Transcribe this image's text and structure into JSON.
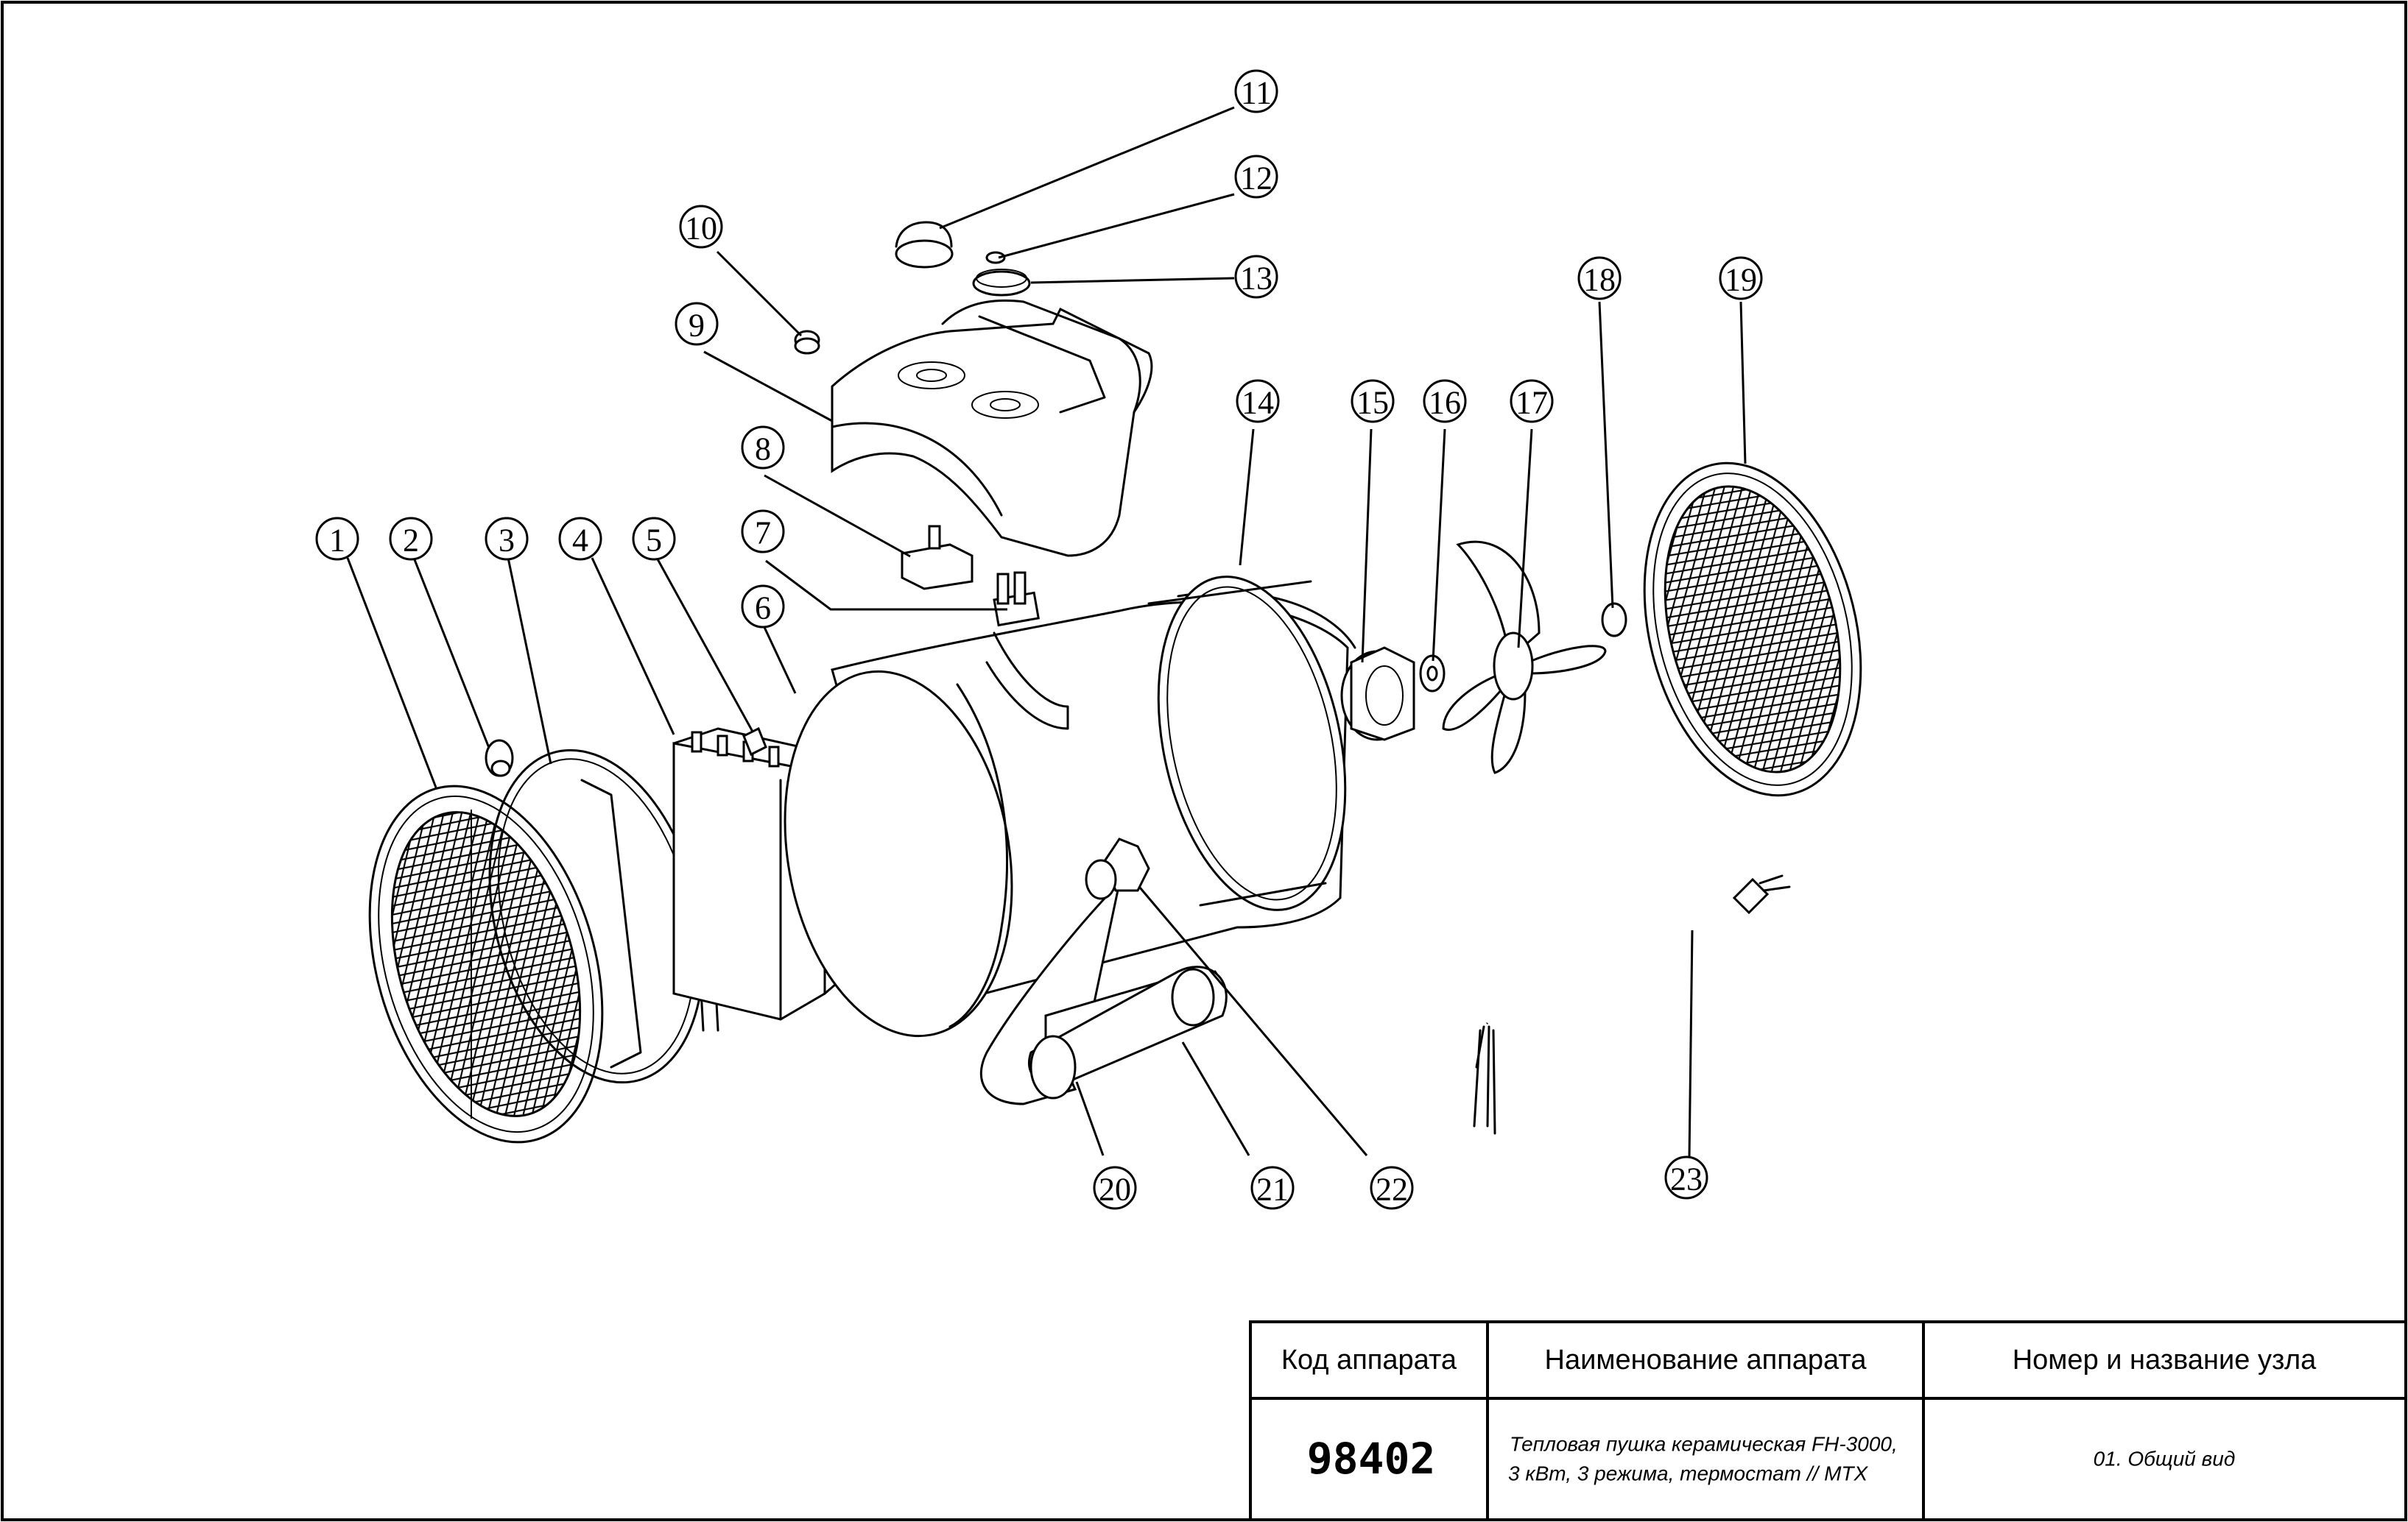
{
  "callouts": [
    "1",
    "2",
    "3",
    "4",
    "5",
    "6",
    "7",
    "8",
    "9",
    "10",
    "11",
    "12",
    "13",
    "14",
    "15",
    "16",
    "17",
    "18",
    "19",
    "20",
    "21",
    "22",
    "23"
  ],
  "title_block": {
    "header_code": "Код аппарата",
    "header_name": "Наименование аппарата",
    "header_node": "Номер и название узла",
    "code": "98402",
    "name_line1": "Тепловая пушка керамическая FH-3000,",
    "name_line2": "3 кВт, 3 режима, термостат // MTX",
    "node": "01. Общий вид"
  }
}
